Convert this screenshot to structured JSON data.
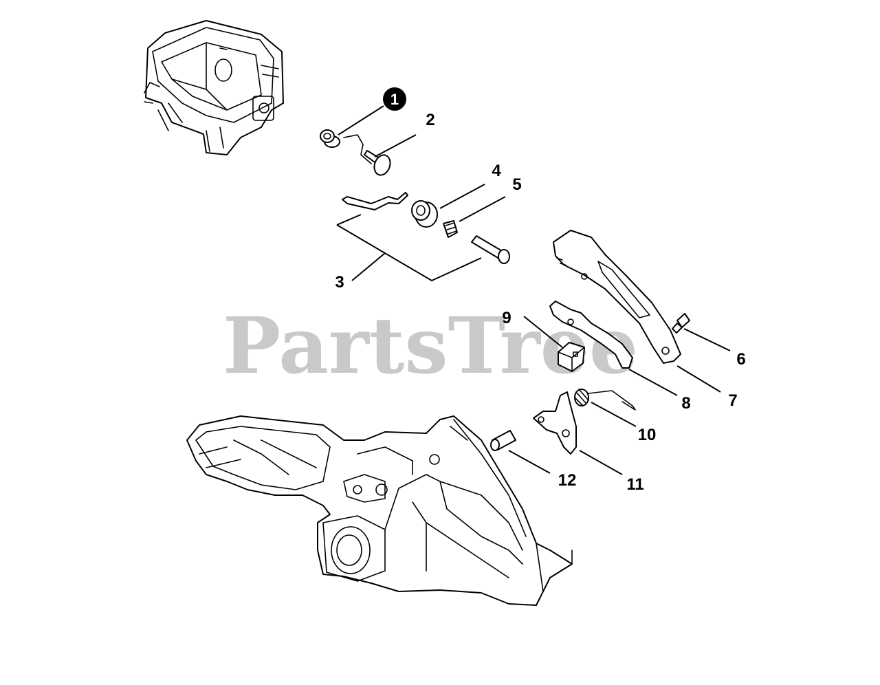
{
  "watermark": "PartsTree",
  "callouts": [
    {
      "id": "1",
      "highlighted": true
    },
    {
      "id": "2"
    },
    {
      "id": "3"
    },
    {
      "id": "4"
    },
    {
      "id": "5"
    },
    {
      "id": "6"
    },
    {
      "id": "7"
    },
    {
      "id": "8"
    },
    {
      "id": "9"
    },
    {
      "id": "10"
    },
    {
      "id": "11"
    },
    {
      "id": "12"
    }
  ],
  "colors": {
    "line": "#000000",
    "watermark": "#c9c9c9",
    "background": "#ffffff"
  }
}
